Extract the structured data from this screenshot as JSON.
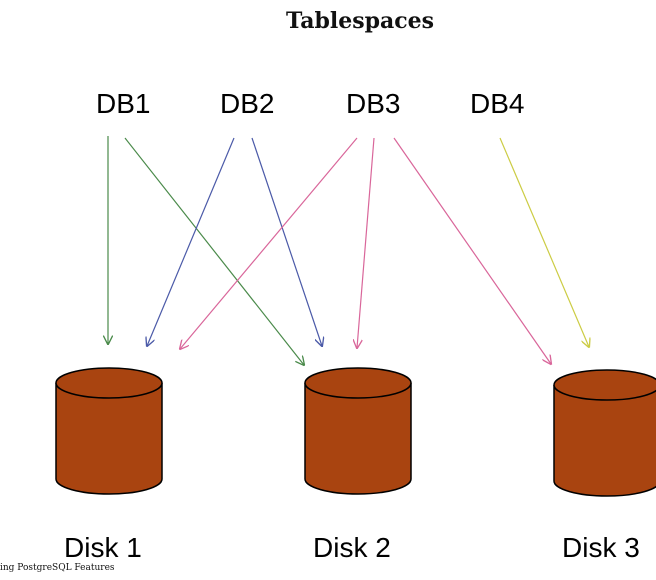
{
  "title": "Tablespaces",
  "databases": [
    {
      "label": "DB1"
    },
    {
      "label": "DB2"
    },
    {
      "label": "DB3"
    },
    {
      "label": "DB4"
    }
  ],
  "disks": [
    {
      "label": "Disk 1"
    },
    {
      "label": "Disk 2"
    },
    {
      "label": "Disk 3"
    }
  ],
  "footer": "ing PostgreSQL Features",
  "colors": {
    "db1_arrows": "#4a8a4a",
    "db2_arrows": "#4b5aa8",
    "db3_arrows": "#d9669a",
    "db4_arrows": "#cccc44",
    "disk_fill": "#a94410",
    "disk_stroke": "#000000"
  },
  "connections": [
    {
      "from": "DB1",
      "to": "Disk 1"
    },
    {
      "from": "DB1",
      "to": "Disk 2"
    },
    {
      "from": "DB2",
      "to": "Disk 1"
    },
    {
      "from": "DB2",
      "to": "Disk 2"
    },
    {
      "from": "DB3",
      "to": "Disk 1"
    },
    {
      "from": "DB3",
      "to": "Disk 2"
    },
    {
      "from": "DB3",
      "to": "Disk 3"
    },
    {
      "from": "DB4",
      "to": "Disk 3"
    }
  ]
}
